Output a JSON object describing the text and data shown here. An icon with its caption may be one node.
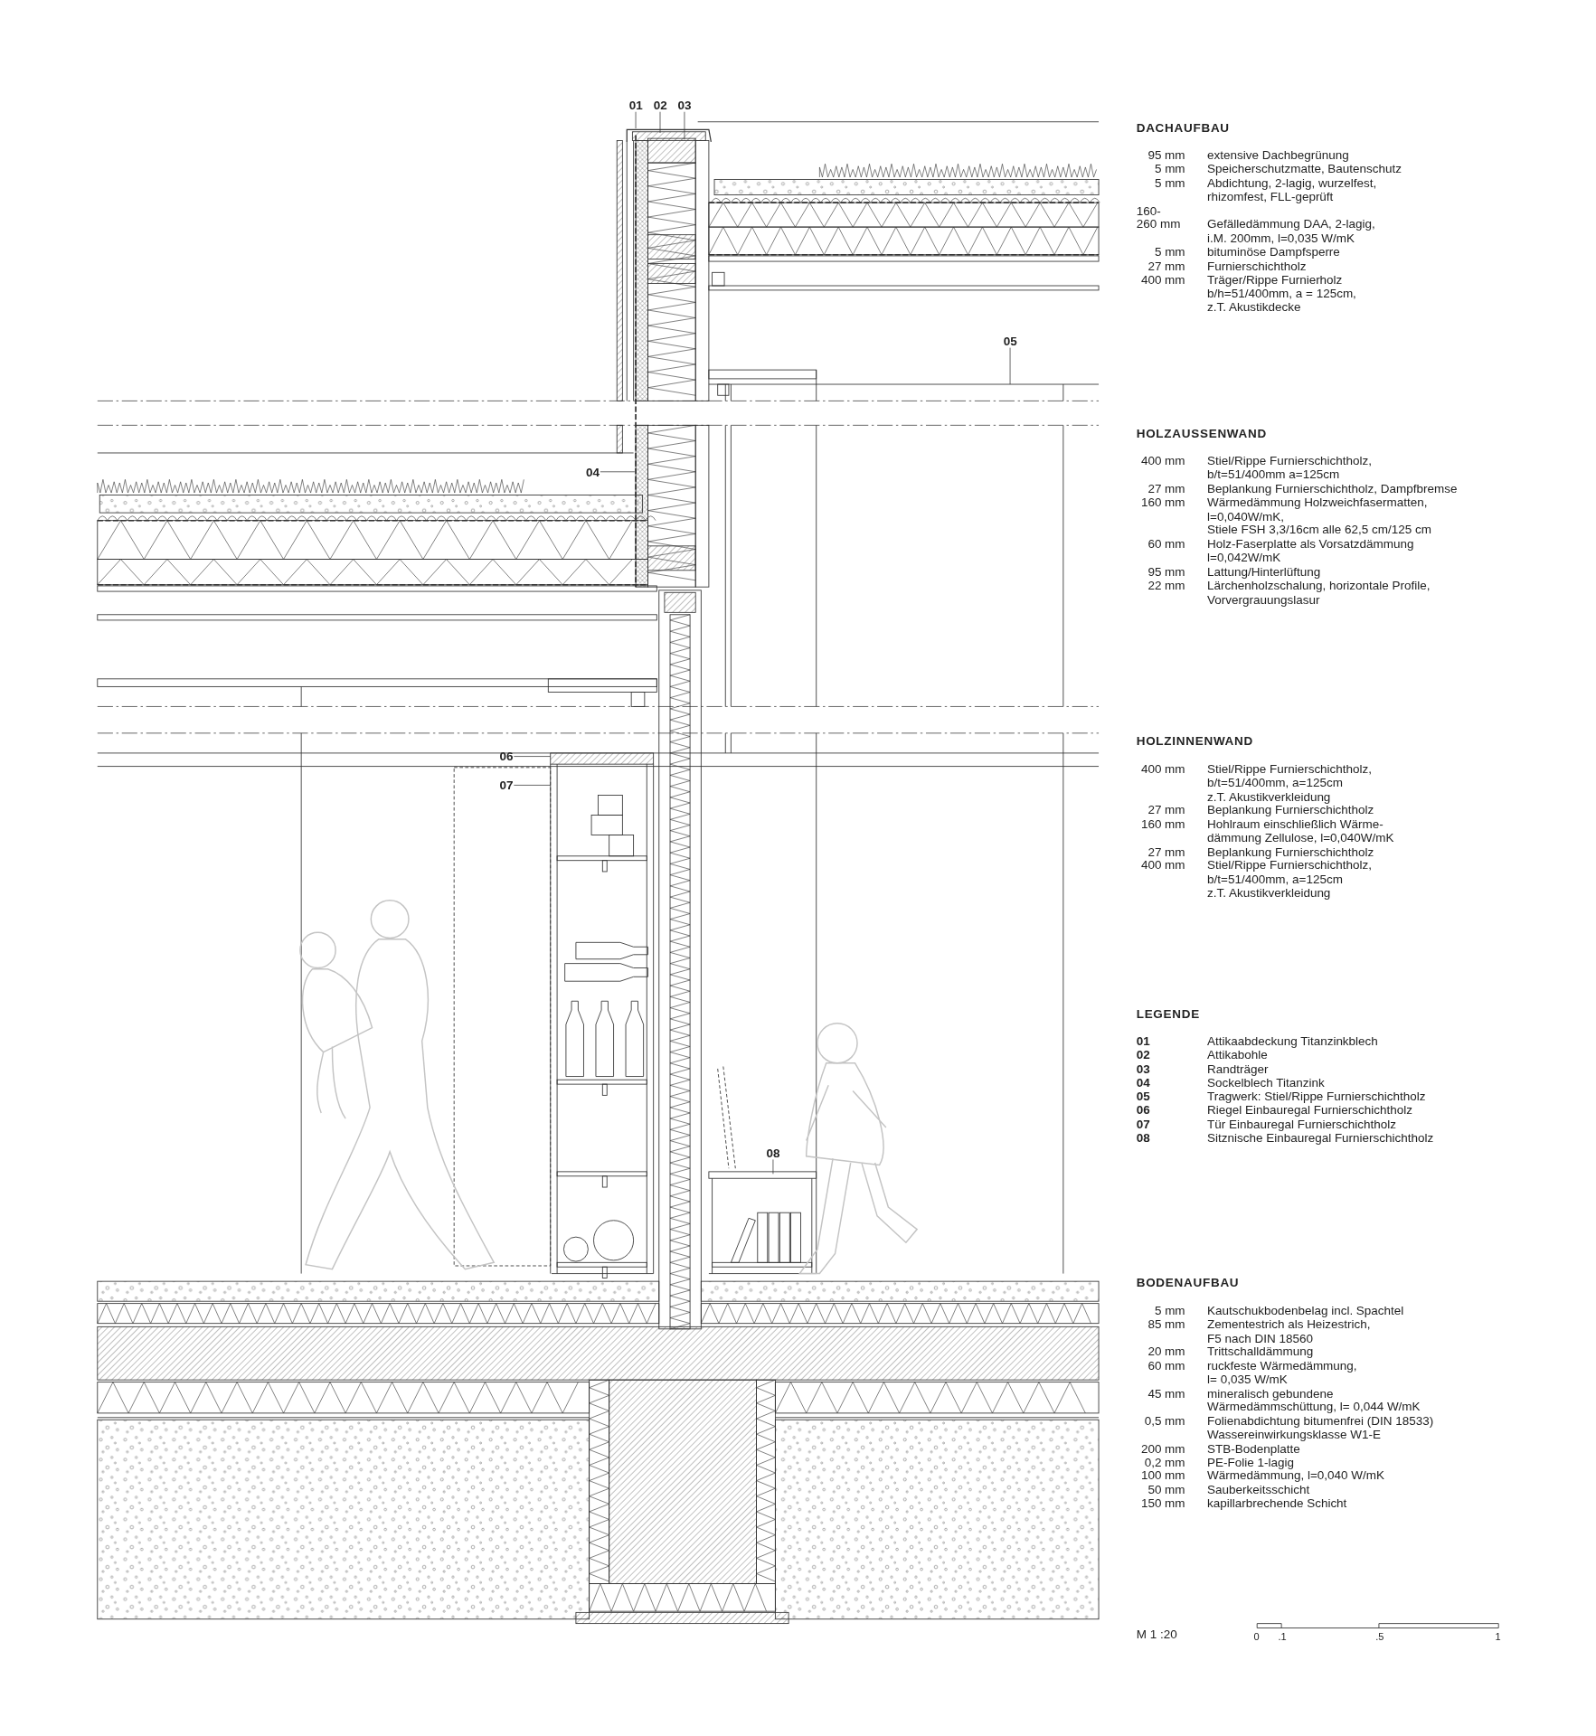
{
  "diagram": {
    "nodes": [
      {
        "text": [
          "01"
        ]
      },
      {
        "text": [
          "02"
        ]
      },
      {
        "text": [
          "03"
        ]
      },
      {
        "text": [
          "04"
        ]
      },
      {
        "text": [
          "05"
        ]
      },
      {
        "text": [
          "06"
        ]
      },
      {
        "text": [
          "07"
        ]
      },
      {
        "text": [
          "08"
        ]
      }
    ],
    "edges": [
      {
        "from": 0,
        "to": null,
        "arrow": "none"
      },
      {
        "from": 1,
        "to": null,
        "arrow": "none"
      },
      {
        "from": 2,
        "to": null,
        "arrow": "none"
      },
      {
        "from": 3,
        "to": null,
        "arrow": "none"
      },
      {
        "from": 4,
        "to": null,
        "arrow": "none"
      },
      {
        "from": 5,
        "to": null,
        "arrow": "none"
      },
      {
        "from": 6,
        "to": null,
        "arrow": "none"
      },
      {
        "from": 7,
        "to": null,
        "arrow": "none"
      }
    ],
    "labels": [
      "DACHAUFBAU",
      "95 mm",
      "extensive Dachbegrünung",
      "5 mm",
      "Speicherschutzmatte, Bautenschutz",
      "5 mm",
      "Abdichtung, 2-lagig, wurzelfest, rhizomfest, FLL-geprüft",
      "160- 260 mm",
      "Gefälledämmung DAA, 2-lagig, i.M. 200mm, l=0,035 W/mK",
      "5 mm",
      "bituminöse Dampfsperre",
      "27 mm",
      "Furnierschichtholz",
      "400 mm",
      "Träger/Rippe Furnierholz b/h=51/400mm, a = 125cm, z.T. Akustikdecke",
      "HOLZAUSSENWAND",
      "400 mm",
      "Stiel/Rippe Furnierschichtholz, b/t=51/400mm a=125cm",
      "27 mm",
      "Beplankung Furnierschichtholz, Dampfbremse",
      "160 mm",
      "Wärmedämmung Holzweichfasermatten, l=0,040W/mK, Stiele FSH 3,3/16cm alle 62,5 cm/125 cm",
      "60 mm",
      "Holz-Faserplatte als Vorsatzdämmung l=0,042W/mK",
      "95 mm",
      "Lattung/Hinterlüftung",
      "22 mm",
      "Lärchenholzschalung, horizontale Profile, Vorvergrauungslasur",
      "HOLZINNENWAND",
      "400 mm",
      "Stiel/Rippe Furnierschichtholz, b/t=51/400mm, a=125cm z.T. Akustikverkleidung",
      "27 mm",
      "Beplankung Furnierschichtholz",
      "160 mm",
      "Hohlraum einschließlich Wärme- dämmung Zellulose, l=0,040W/mK",
      "27 mm",
      "Beplankung Furnierschichtholz",
      "400 mm",
      "Stiel/Rippe Furnierschichtholz, b/t=51/400mm, a=125cm z.T. Akustikverkleidung",
      "LEGENDE",
      "01",
      "Attikaabdeckung Titanzinkblech",
      "02",
      "Attikabohle",
      "03",
      "Randträger",
      "04",
      "Sockelblech Titanzink",
      "05",
      "Tragwerk: Stiel/Rippe Furnierschichtholz",
      "06",
      "Riegel Einbauregal Furnierschichtholz",
      "07",
      "Tür Einbauregal Furnierschichtholz",
      "08",
      "Sitznische Einbauregal Furnierschichtholz",
      "BODENAUFBAU",
      "5 mm",
      "Kautschukbodenbelag incl. Spachtel",
      "85 mm",
      "Zementestrich als Heizestrich, F5 nach DIN 18560",
      "20 mm",
      "Trittschalldämmung",
      "60 mm",
      "ruckfeste Wärmedämmung, l= 0,035 W/mK",
      "45 mm",
      "mineralisch gebundene Wärmedämmschüttung, l= 0,044 W/mK",
      "0,5 mm",
      "Folienabdichtung bitumenfrei (DIN 18533) Wassereinwirkungsklasse W1-E",
      "200 mm",
      "STB-Bodenplatte",
      "0,2 mm",
      "PE-Folie 1-lagig",
      "100 mm",
      "Wärmedämmung, l=0,040 W/mK",
      "50 mm",
      "Sauberkeitsschicht",
      "150 mm",
      "kapillarbrechende Schicht",
      "M 1 :20",
      "0",
      ".1",
      ".5",
      "1"
    ]
  }
}
